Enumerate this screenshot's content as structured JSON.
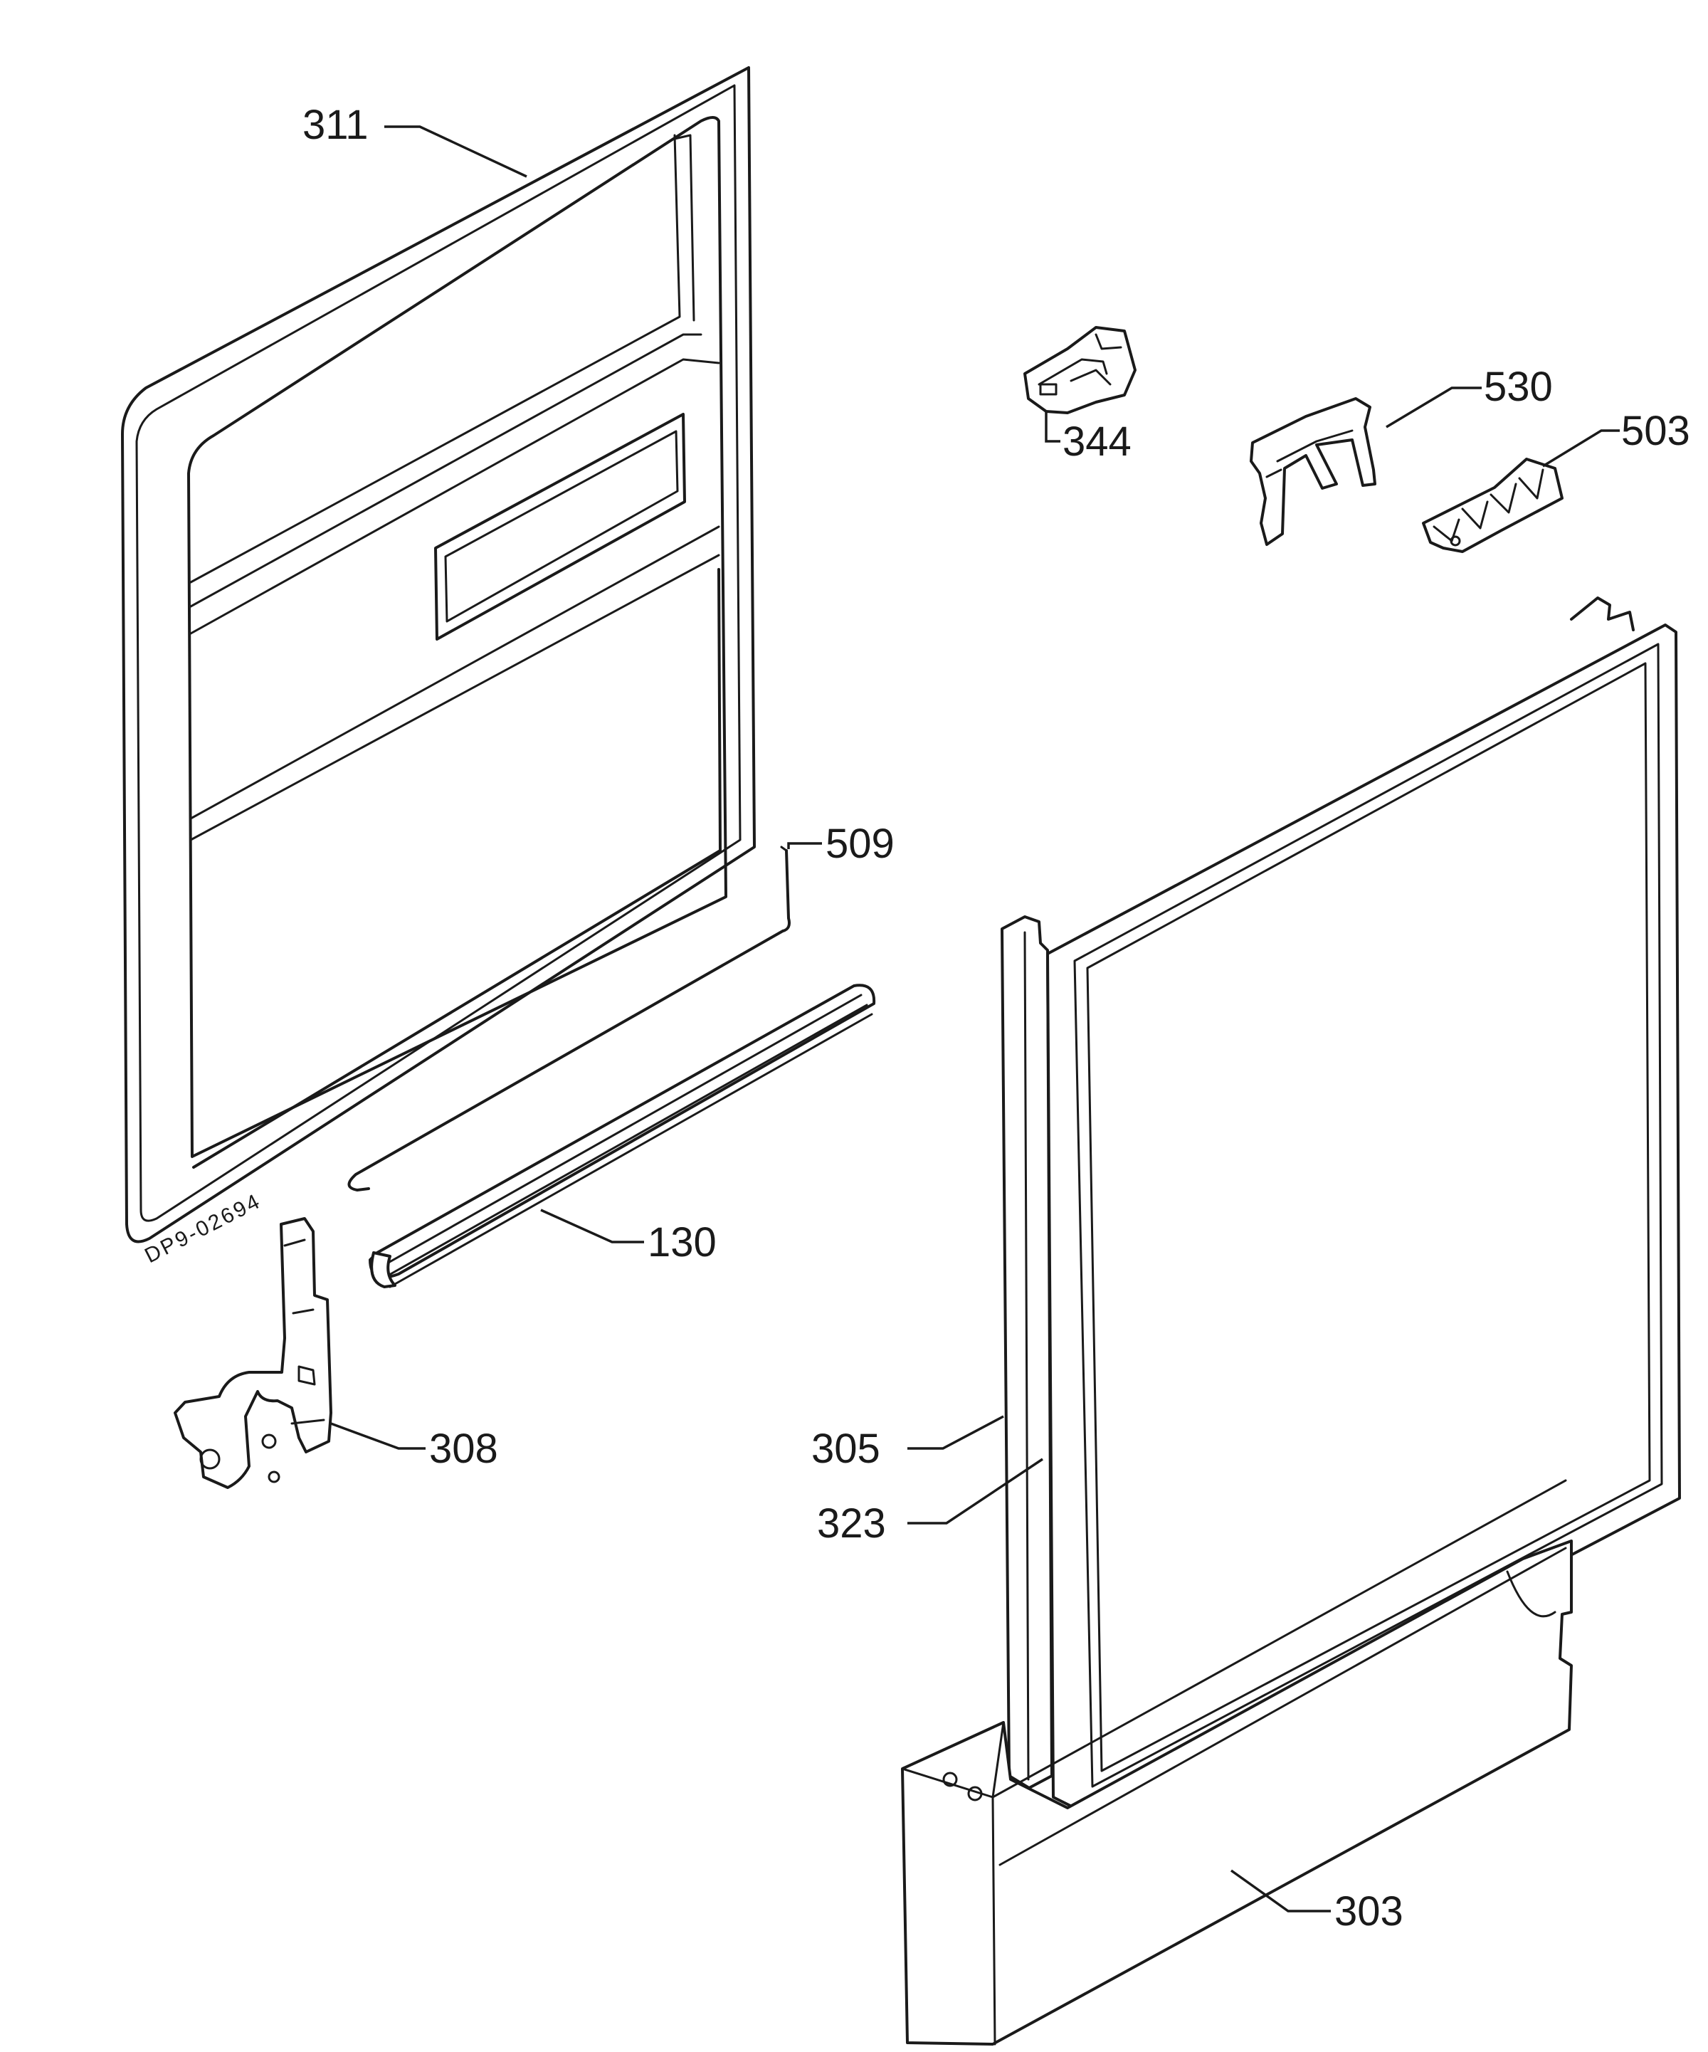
{
  "drawing_code": "DP9-02694",
  "callouts": {
    "c311": "311",
    "c344": "344",
    "c530": "530",
    "c503": "503",
    "c509": "509",
    "c130": "130",
    "c308": "308",
    "c305": "305",
    "c323": "323",
    "c303": "303"
  }
}
